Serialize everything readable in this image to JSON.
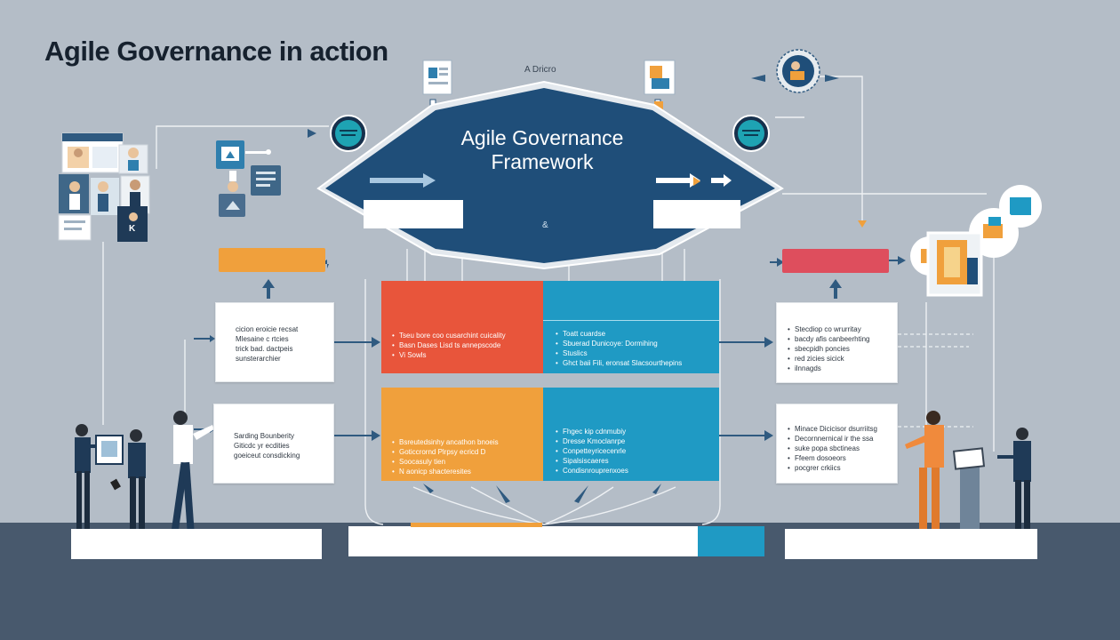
{
  "page": {
    "title": "Agile Governance in action"
  },
  "diagram": {
    "center_title": "Agile Governance Framework",
    "top_caption": "A Dricro",
    "center_mark": "&",
    "left_note": "K",
    "colors": {
      "navy": "#1f4e79",
      "orange": "#f0a03c",
      "red_orange": "#e8553b",
      "teal": "#1f9ac4",
      "crimson": "#de4e5d",
      "floor": "#48596d",
      "background": "#b4bdc7"
    },
    "cards": {
      "left_top": [
        "cicion eroicie recsat",
        "Mlesaine c rtcies",
        "trick bad. dactpeis",
        "sunsterarchier"
      ],
      "left_bottom": [
        "Sarding Bounberity",
        "Giticdc yr ecdities",
        "goeiceut consdicking"
      ],
      "right_top": [
        "Stecdiop co wrurritay",
        "bacdy afis canbeerhting",
        "sbecpidh poncies",
        "red zicies sicick",
        "ilnnagds"
      ],
      "right_bottom": [
        "Minace Dicicisor dsurriitsg",
        "Decornnernical ir the ssa",
        "suke popa sbctineas",
        "Ffeem dosoeors",
        "pocgrer crkiics"
      ]
    },
    "grid": {
      "top_left": [
        "Tseu bore coo cusarchint cuicality",
        "Basn Dases Lisd ts annepscode",
        "Vi Sowls"
      ],
      "top_right": [
        "Toatt cuardse",
        "Sbuerad Dunicoye: Dormihing",
        "Stuslics",
        "Ghct baii Fili, eronsat Slacsourthepins"
      ],
      "bottom_left": [
        "Bsreutedsinhy ancathon bnoeis",
        "Goticcrornd Plrpsy ecricd D",
        "Soocasuly tien",
        "N aonicp shacteresites"
      ],
      "bottom_right": [
        "Fhgec kip cdnmubiy",
        "Dresse Kmoclanrpe",
        "Conpetteyricecenrle",
        "Sipalsiscaeres",
        "Condisnrouprenxoes"
      ]
    }
  }
}
